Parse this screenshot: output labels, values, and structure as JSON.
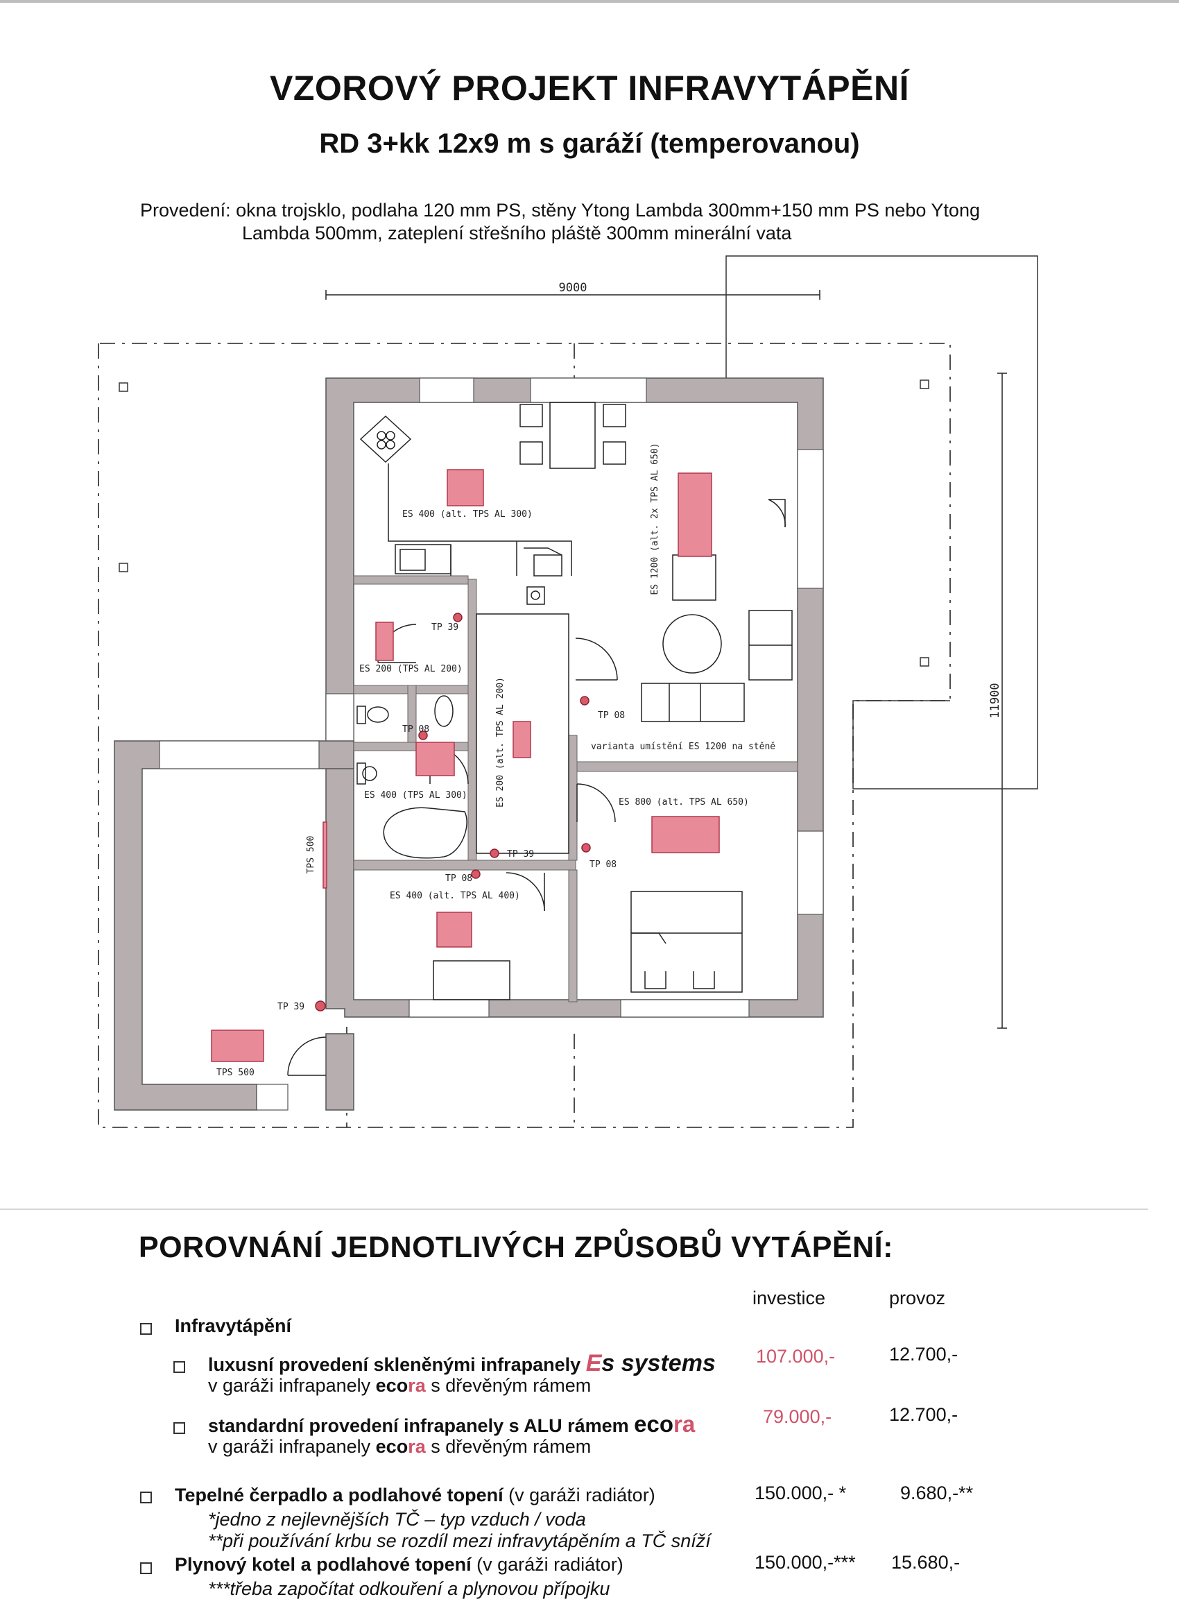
{
  "header": {
    "title": "VZOROVÝ PROJEKT INFRAVYTÁPĚNÍ",
    "subtitle": "RD 3+kk 12x9 m s garáží (temperovanou)",
    "spec_line1": "Provedení: okna trojsklo, podlaha 120 mm PS, stěny Ytong Lambda 300mm+150 mm PS nebo Ytong",
    "spec_line2": "Lambda 500mm, zateplení střešního pláště 300mm minerální vata"
  },
  "plan": {
    "dim_width": "9000",
    "dim_height": "11900",
    "labels": {
      "kitchen_panel": "ES 400 (alt. TPS AL 300)",
      "living_panel": "ES 1200 (alt. 2x TPS AL 650)",
      "room_small_panel": "ES 200 (TPS AL 200)",
      "tp39_a": "TP 39",
      "tp08_a": "TP 08",
      "tp08_b": "TP 08",
      "hall_panel": "ES 200 (alt. TPS AL 200)",
      "variant_note": "varianta umístění ES 1200 na stěně",
      "bath_panel": "ES 400 (TPS AL 300)",
      "bedroom_panel": "ES 800 (alt. TPS AL 650)",
      "tp39_b": "TP 39",
      "tp08_c": "TP 08",
      "tp08_d": "TP 08",
      "room_bottom_panel": "ES 400 (alt. TPS AL 400)",
      "garage_wall_panel": "TPS 500",
      "tp39_c": "TP 39",
      "garage_panel": "TPS 500"
    }
  },
  "comparison": {
    "heading": "POROVNÁNÍ JEDNOTLIVÝCH ZPŮSOBŮ VYTÁPĚNÍ:",
    "col_investment": "investice",
    "col_operation": "provoz",
    "group_infra": "Infravytápění",
    "lux": {
      "label": "luxusní provedení skleněnými infrapanely",
      "brand_e": "E",
      "brand_rest": "s systems",
      "invest": "107.000,-",
      "operation": "12.700,-"
    },
    "garage_note_1": {
      "before": "v garáži infrapanely",
      "brand_a": "eco",
      "brand_b": "ra",
      "after": "s dřevěným rámem"
    },
    "std": {
      "label": "standardní provedení infrapanely s ALU rámem",
      "brand_a": "eco",
      "brand_b": "ra",
      "invest": "79.000,-",
      "operation": "12.700,-"
    },
    "garage_note_2": {
      "before": "v garáži infrapanely",
      "brand_a": "eco",
      "brand_b": "ra",
      "after": "s dřevěným rámem"
    },
    "heatpump": {
      "label": "Tepelné čerpadlo a podlahové topení",
      "suffix": "(v garáži radiátor)",
      "invest": "150.000,- *",
      "operation": "9.680,-**",
      "note1": "*jedno z nejlevnějších TČ – typ vzduch / voda",
      "note2": "**při používání krbu se rozdíl mezi infravytápěním a TČ sníží"
    },
    "gas": {
      "label": "Plynový kotel a podlahové topení",
      "suffix": "(v garáži radiátor)",
      "invest": "150.000,-***",
      "operation": "15.680,-",
      "note": "***třeba započítat odkouření a plynovou přípojku"
    }
  }
}
